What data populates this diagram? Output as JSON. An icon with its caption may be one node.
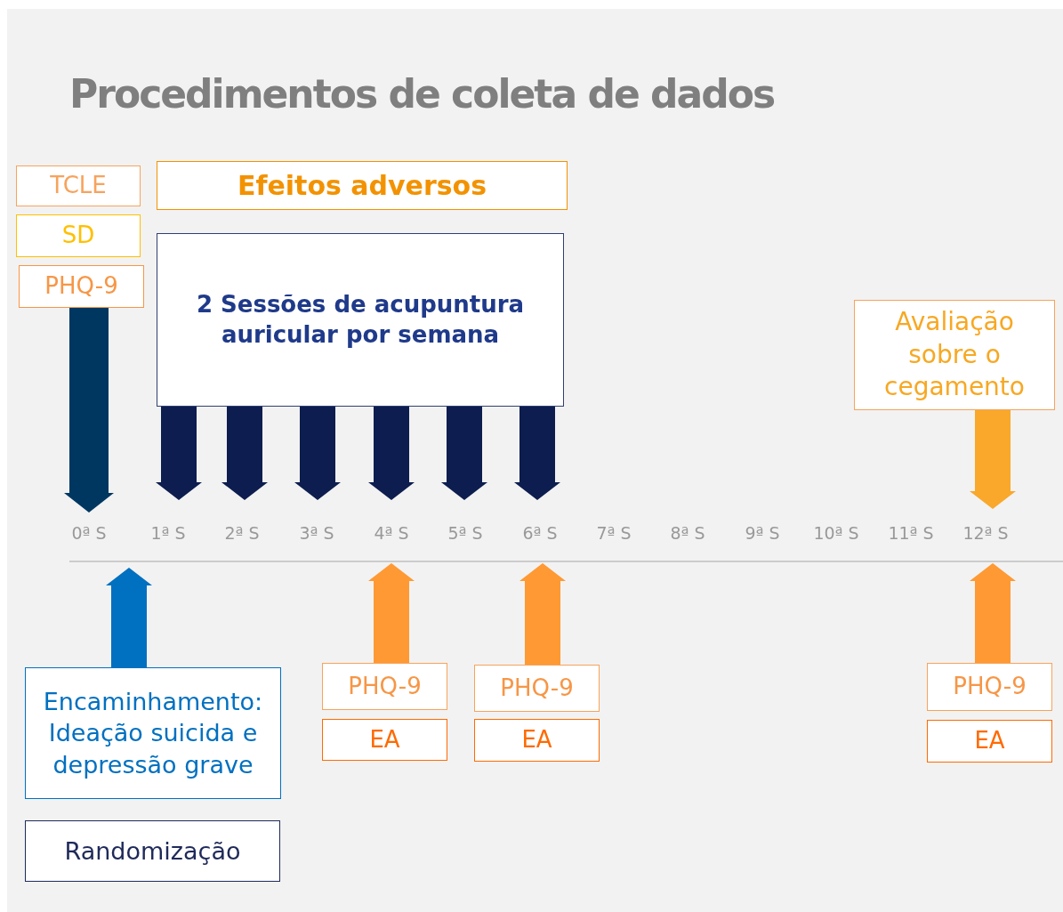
{
  "diagram": {
    "title": "Procedimentos de coleta de dados",
    "nodes": [
      {
        "text": [
          "TCLE"
        ]
      },
      {
        "text": [
          "SD"
        ]
      },
      {
        "text": [
          "PHQ-9"
        ]
      },
      {
        "text": [
          "Efeitos adversos"
        ]
      },
      {
        "text": [
          "2 Sessões de acupuntura auricular por semana"
        ]
      },
      {
        "text": [
          "Avaliação sobre o cegamento"
        ]
      },
      {
        "text": [
          "Encaminhamento: Ideação suicida e depressão grave"
        ]
      },
      {
        "text": [
          "Randomização"
        ]
      },
      {
        "text": [
          "PHQ-9"
        ]
      },
      {
        "text": [
          "EA"
        ]
      },
      {
        "text": [
          "PHQ-9"
        ]
      },
      {
        "text": [
          "EA"
        ]
      },
      {
        "text": [
          "PHQ-9"
        ]
      },
      {
        "text": [
          "EA"
        ]
      }
    ],
    "edges": [
      {
        "from": 2,
        "to": null,
        "arrow": "to",
        "color": "#003761"
      },
      {
        "from": 4,
        "to": null,
        "arrow": "to",
        "color": "#0d1d4f"
      },
      {
        "from": 4,
        "to": null,
        "arrow": "to",
        "color": "#0d1d4f"
      },
      {
        "from": 4,
        "to": null,
        "arrow": "to",
        "color": "#0d1d4f"
      },
      {
        "from": 4,
        "to": null,
        "arrow": "to",
        "color": "#0d1d4f"
      },
      {
        "from": 4,
        "to": null,
        "arrow": "to",
        "color": "#0d1d4f"
      },
      {
        "from": 4,
        "to": null,
        "arrow": "to",
        "color": "#0d1d4f"
      },
      {
        "from": 5,
        "to": null,
        "arrow": "to",
        "color": "#f9a82b"
      },
      {
        "from": 6,
        "to": null,
        "arrow": "to",
        "color": "#0070c0"
      },
      {
        "from": 8,
        "to": null,
        "arrow": "to",
        "color": "#ff9933"
      },
      {
        "from": 10,
        "to": null,
        "arrow": "to",
        "color": "#ff9933"
      },
      {
        "from": 12,
        "to": null,
        "arrow": "to",
        "color": "#ff9933"
      }
    ],
    "labels": [
      "0ª S",
      "1ª S",
      "2ª S",
      "3ª S",
      "4ª S",
      "5ª S",
      "6ª S",
      "7ª S",
      "8ª S",
      "9ª S",
      "10ª S",
      "11ª S",
      "12ª S"
    ]
  }
}
